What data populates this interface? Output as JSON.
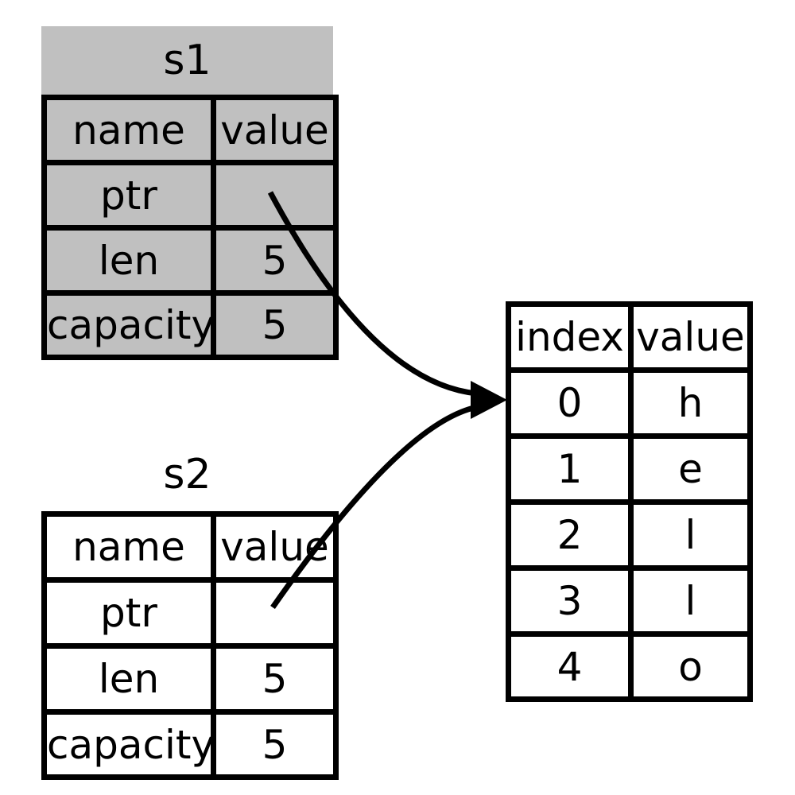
{
  "colors": {
    "background": "#ffffff",
    "line": "#000000",
    "highlight_fill": "#c0c0c0"
  },
  "stack_tables": {
    "s1": {
      "title": "s1",
      "col_headers": [
        "name",
        "value"
      ],
      "rows": [
        {
          "name": "ptr",
          "value": ""
        },
        {
          "name": "len",
          "value": "5"
        },
        {
          "name": "capacity",
          "value": "5"
        }
      ]
    },
    "s2": {
      "title": "s2",
      "col_headers": [
        "name",
        "value"
      ],
      "rows": [
        {
          "name": "ptr",
          "value": ""
        },
        {
          "name": "len",
          "value": "5"
        },
        {
          "name": "capacity",
          "value": "5"
        }
      ]
    }
  },
  "heap_table": {
    "col_headers": [
      "index",
      "value"
    ],
    "rows": [
      {
        "index": "0",
        "value": "h"
      },
      {
        "index": "1",
        "value": "e"
      },
      {
        "index": "2",
        "value": "l"
      },
      {
        "index": "3",
        "value": "l"
      },
      {
        "index": "4",
        "value": "o"
      }
    ]
  }
}
